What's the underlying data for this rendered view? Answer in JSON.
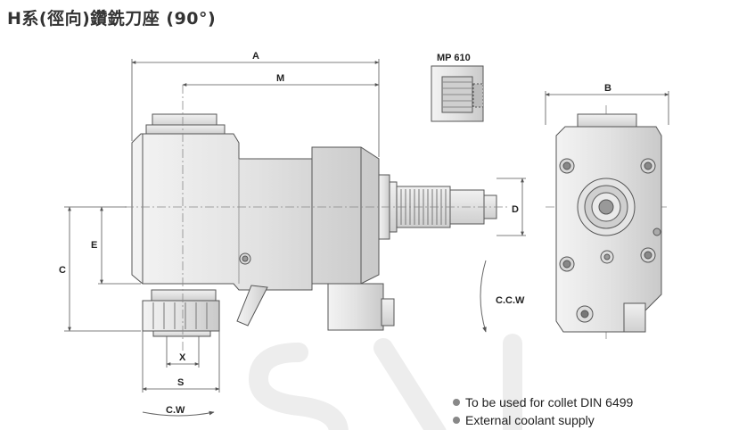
{
  "title": "H系(徑向)鑽銑刀座 (90°)",
  "labels": {
    "A": "A",
    "M": "M",
    "B": "B",
    "C": "C",
    "D": "D",
    "E": "E",
    "S": "S",
    "X": "X",
    "mp": "MP 610",
    "ccw": "C.C.W",
    "cw": "C.W"
  },
  "notes": [
    "To be used for collet DIN 6499",
    "External coolant supply"
  ],
  "colors": {
    "line": "#555555",
    "body_light": "#e9e9e9",
    "body_mid": "#d4d4d4",
    "body_dark": "#b8b8b8",
    "watermark": "#ececec"
  }
}
